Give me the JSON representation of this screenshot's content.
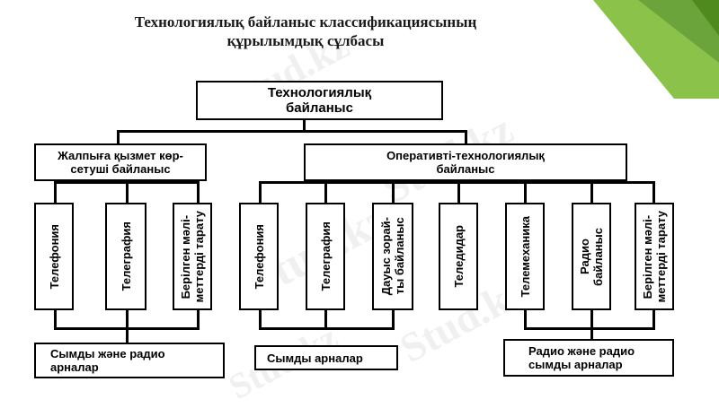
{
  "title": {
    "line1": "Технологиялық байланыс классификациясының",
    "line2": "құрылымдық сұлбасы"
  },
  "watermark": "Stud.kz",
  "diagram": {
    "root": "Технологиялық\nбайланыс",
    "general": "Жалпыға қызмет көр-\nсетуші байланыс",
    "operative": "Оперативті-технологиялық\nбайланыс",
    "general_children": [
      "Телефония",
      "Телеграфия",
      "Берілген мәлі-\nметтерді тарату"
    ],
    "operative_children": [
      "Телефония",
      "Телеграфия",
      "Дауыс зорай-\nты байланыс",
      "Теледидар",
      "Телемеханика",
      "Радио\nбайланыс",
      "Берілген мәлі-\nметтерді тарату"
    ],
    "channels": [
      "Сымды және радио\nарналар",
      "Сымды арналар",
      "Радио және радио\nсымды арналар"
    ]
  },
  "colors": {
    "accent_green": "#8bc34a",
    "accent_green_dark": "#4f8a1e",
    "line": "#000000"
  }
}
